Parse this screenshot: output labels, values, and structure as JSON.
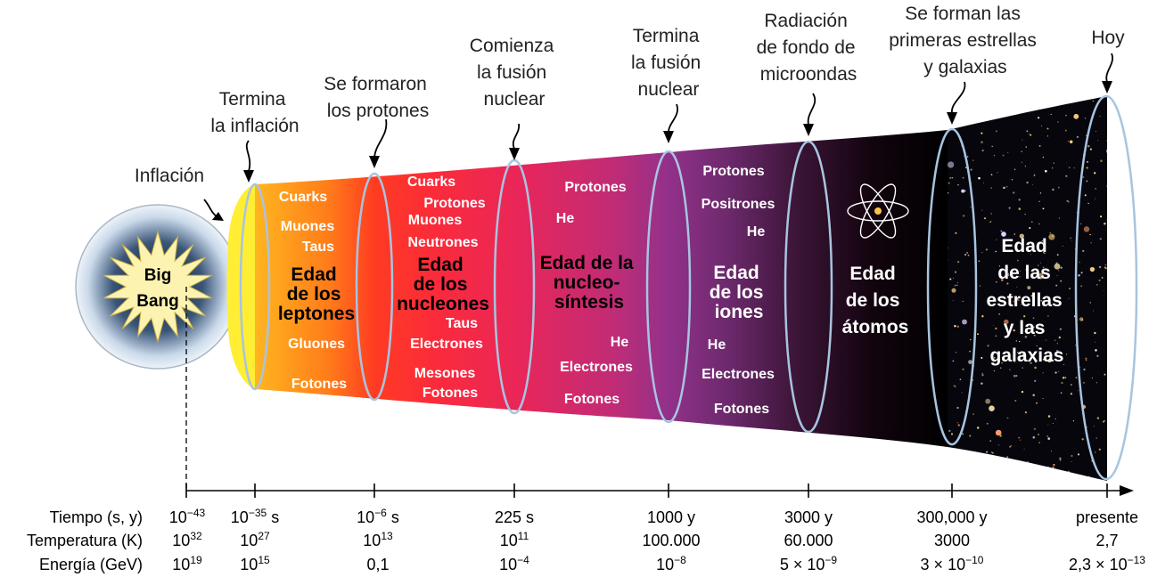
{
  "big_bang": {
    "line1": "Big",
    "line2": "Bang"
  },
  "callouts": [
    {
      "lines": [
        "Inflación"
      ]
    },
    {
      "lines": [
        "Termina",
        "la inflación"
      ]
    },
    {
      "lines": [
        "Se formaron",
        "los protones"
      ]
    },
    {
      "lines": [
        "Comienza",
        "la fusión",
        "nuclear"
      ]
    },
    {
      "lines": [
        "Termina",
        "la fusión",
        "nuclear"
      ]
    },
    {
      "lines": [
        "Radiación",
        "de fondo de",
        "microondas"
      ]
    },
    {
      "lines": [
        "Se forman las",
        "primeras estrellas",
        "y galaxias"
      ]
    },
    {
      "lines": [
        "Hoy"
      ]
    }
  ],
  "eras": [
    {
      "title": [
        "Edad",
        "de los",
        "leptones"
      ],
      "particles": [
        "Cuarks",
        "Muones",
        "Taus",
        "Gluones",
        "Fotones"
      ]
    },
    {
      "title": [
        "Edad",
        "de los",
        "nucleones"
      ],
      "particles": [
        "Cuarks",
        "Protones",
        "Muones",
        "Neutrones",
        "Taus",
        "Electrones",
        "Mesones",
        "Fotones"
      ]
    },
    {
      "title": [
        "Edad de la",
        "nucleo-",
        "síntesis"
      ],
      "particles": [
        "Protones",
        "He",
        "He",
        "Electrones",
        "Fotones"
      ]
    },
    {
      "title": [
        "Edad",
        "de los",
        "iones"
      ],
      "particles": [
        "Protones",
        "Positrones",
        "He",
        "He",
        "Electrones",
        "Fotones"
      ]
    },
    {
      "title": [
        "Edad",
        "de los",
        "átomos"
      ],
      "particles": []
    },
    {
      "title": [
        "Edad",
        "de las",
        "estrellas",
        "y las",
        "galaxias"
      ],
      "particles": []
    }
  ],
  "axis": {
    "row_labels": [
      "Tiempo (s, y)",
      "Temperatura (K)",
      "Energía (GeV)"
    ],
    "ticks": [
      {
        "time": [
          "10",
          "−43",
          ""
        ],
        "temp": [
          "10",
          "32",
          ""
        ],
        "energy": [
          "10",
          "19",
          ""
        ]
      },
      {
        "time": [
          "10",
          "−35",
          " s"
        ],
        "temp": [
          "10",
          "27",
          ""
        ],
        "energy": [
          "10",
          "15",
          ""
        ]
      },
      {
        "time": [
          "10",
          "−6",
          " s"
        ],
        "temp": [
          "10",
          "13",
          ""
        ],
        "energy": [
          "0,1",
          "",
          ""
        ]
      },
      {
        "time": [
          "225 s",
          "",
          ""
        ],
        "temp": [
          "10",
          "11",
          ""
        ],
        "energy": [
          "10",
          "−4",
          ""
        ]
      },
      {
        "time": [
          "1000 y",
          "",
          ""
        ],
        "temp": [
          "100.000",
          "",
          ""
        ],
        "energy": [
          "10",
          "−8",
          ""
        ]
      },
      {
        "time": [
          "3000 y",
          "",
          ""
        ],
        "temp": [
          "60.000",
          "",
          ""
        ],
        "energy": [
          "5 × 10",
          "−9",
          ""
        ]
      },
      {
        "time": [
          "300,000 y",
          "",
          ""
        ],
        "temp": [
          "3000",
          "",
          ""
        ],
        "energy": [
          "3 × 10",
          "−10",
          ""
        ]
      },
      {
        "time": [
          "presente",
          "",
          ""
        ],
        "temp": [
          "2,7",
          "",
          ""
        ],
        "energy": [
          "2,3 × 10",
          "−13",
          ""
        ]
      }
    ]
  },
  "colors": {
    "inflation": "#ffee22",
    "leptons": "#ff9a1f",
    "nucleons": "#ff2a2a",
    "nucleosynthesis": "#e8265a",
    "ions": "#93318a",
    "atoms": "#1a0508",
    "rings": "#a8c4e0"
  }
}
